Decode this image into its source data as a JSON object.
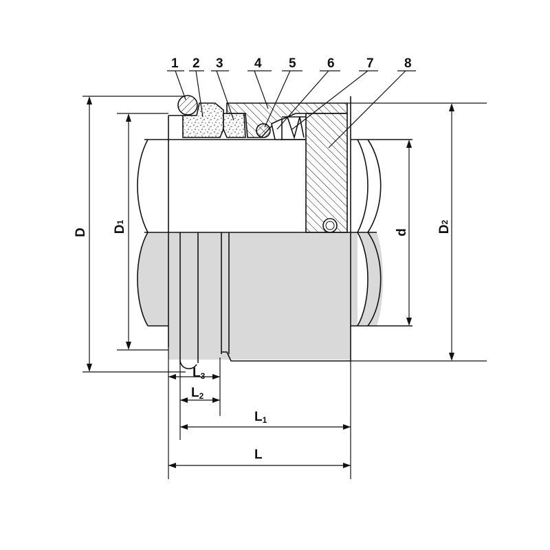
{
  "colors": {
    "line": "#111111",
    "shaft_fill": "#d9d9d9",
    "background": "#ffffff"
  },
  "part_labels": [
    "1",
    "2",
    "3",
    "4",
    "5",
    "6",
    "7",
    "8"
  ],
  "dimensions": {
    "D": {
      "main": "D",
      "sub": ""
    },
    "D1": {
      "main": "D",
      "sub": "1"
    },
    "D2": {
      "main": "D",
      "sub": "2"
    },
    "d": {
      "main": "d",
      "sub": ""
    },
    "L": {
      "main": "L",
      "sub": ""
    },
    "L1": {
      "main": "L",
      "sub": "1"
    },
    "L2": {
      "main": "L",
      "sub": "2"
    },
    "L3": {
      "main": "L",
      "sub": "3"
    }
  }
}
